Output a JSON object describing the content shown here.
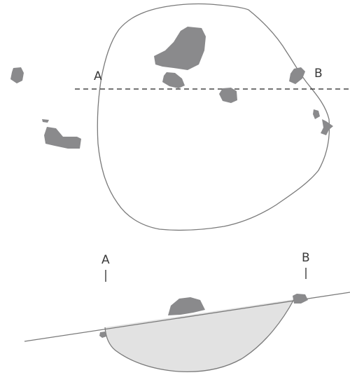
{
  "plan_view": {
    "point_a_label": "A",
    "point_b_label": "B"
  },
  "cross_section": {
    "point_a_label": "A",
    "point_b_label": "B"
  },
  "colors": {
    "outline": "#7a7a7a",
    "rock": "#8a8a8c",
    "basin_fill": "#e2e2e2",
    "dashed_line": "#222222",
    "label": "#3a3a3a"
  }
}
